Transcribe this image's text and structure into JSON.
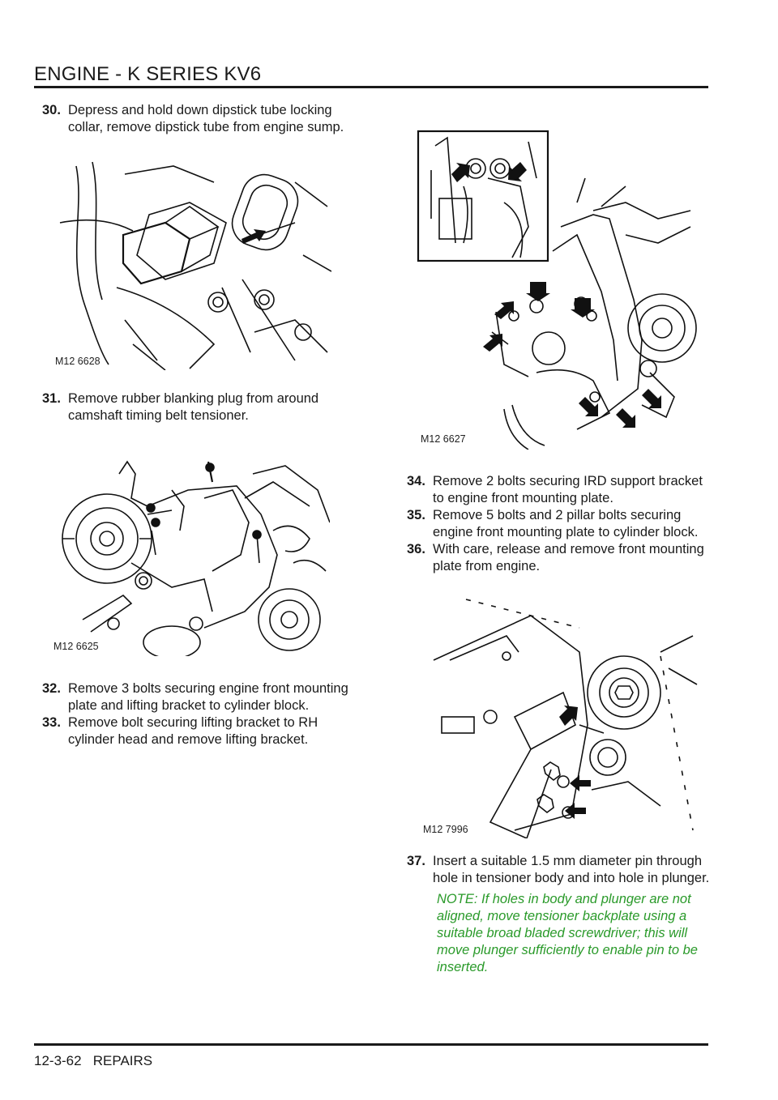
{
  "header": {
    "title": "ENGINE - K SERIES KV6"
  },
  "footer": {
    "text": "12-3-62   REPAIRS"
  },
  "left_column": {
    "step30": {
      "num": "30.",
      "text": "Depress and hold down dipstick tube locking collar, remove dipstick tube from engine sump."
    },
    "fig1": {
      "label": "M12 6628"
    },
    "step31": {
      "num": "31.",
      "text": "Remove rubber blanking plug from around camshaft timing belt tensioner."
    },
    "fig2": {
      "label": "M12 6625"
    },
    "step32": {
      "num": "32.",
      "text": "Remove 3 bolts securing engine front mounting plate and lifting bracket to cylinder block."
    },
    "step33": {
      "num": "33.",
      "text": "Remove bolt securing lifting bracket to RH cylinder head and remove lifting bracket."
    }
  },
  "right_column": {
    "fig3": {
      "label": "M12 6627"
    },
    "step34": {
      "num": "34.",
      "text": "Remove 2 bolts securing IRD support bracket to engine front mounting plate."
    },
    "step35": {
      "num": "35.",
      "text": "Remove 5 bolts and 2 pillar bolts securing engine front mounting plate to cylinder block."
    },
    "step36": {
      "num": "36.",
      "text": "With care, release and remove front mounting plate from engine."
    },
    "fig4": {
      "label": "M12 7996"
    },
    "step37": {
      "num": "37.",
      "text": "Insert a suitable 1.5 mm diameter pin through hole in tensioner body and into hole in plunger."
    },
    "note": "NOTE: If holes in body and plunger are not aligned, move tensioner backplate using a suitable broad bladed screwdriver; this will move plunger sufficiently to enable pin to be inserted."
  },
  "colors": {
    "text": "#1a1a1a",
    "note": "#2a9a2a",
    "rule": "#1a1a1a"
  }
}
